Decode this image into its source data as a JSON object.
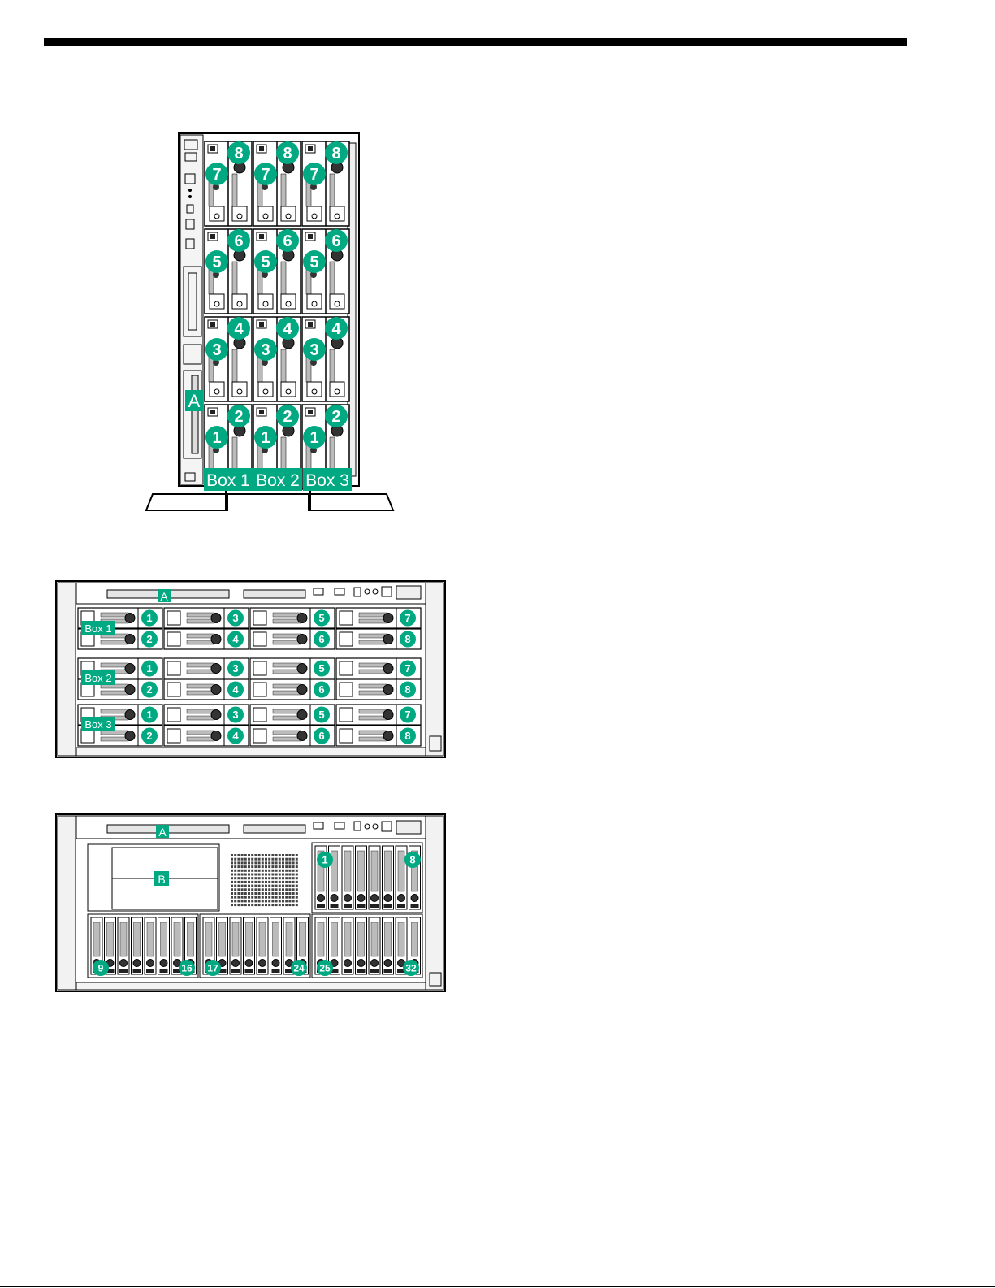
{
  "figure_tower": {
    "boxes": [
      {
        "label": "Box 1",
        "bays": [
          "8",
          "7",
          "6",
          "5",
          "4",
          "3",
          "2",
          "1"
        ]
      },
      {
        "label": "Box 2",
        "bays": [
          "8",
          "7",
          "6",
          "5",
          "4",
          "3",
          "2",
          "1"
        ]
      },
      {
        "label": "Box 3",
        "bays": [
          "8",
          "7",
          "6",
          "5",
          "4",
          "3",
          "2",
          "1"
        ]
      }
    ],
    "callout_a": "A"
  },
  "figure_rack_sff": {
    "callout_a": "A",
    "boxes": [
      {
        "label": "Box 1",
        "bays": [
          "1",
          "2",
          "3",
          "4",
          "5",
          "6",
          "7",
          "8"
        ]
      },
      {
        "label": "Box 2",
        "bays": [
          "1",
          "2",
          "3",
          "4",
          "5",
          "6",
          "7",
          "8"
        ]
      },
      {
        "label": "Box 3",
        "bays": [
          "1",
          "2",
          "3",
          "4",
          "5",
          "6",
          "7",
          "8"
        ]
      }
    ]
  },
  "figure_rack_nvme": {
    "callout_a": "A",
    "callout_b": "B",
    "upper_group": {
      "first": "1",
      "last": "8"
    },
    "lower_groups": [
      {
        "first": "9",
        "last": "16"
      },
      {
        "first": "17",
        "last": "24"
      },
      {
        "first": "25",
        "last": "32"
      }
    ]
  },
  "colors": {
    "accent": "#01a982",
    "line": "#000000"
  }
}
